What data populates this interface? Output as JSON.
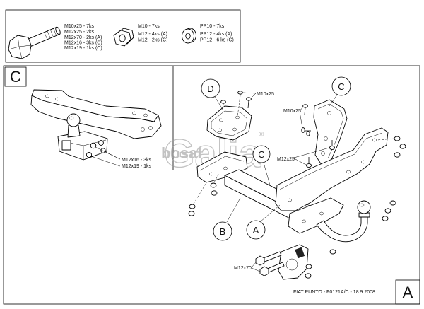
{
  "parts_list": {
    "bolts": [
      "M10x25 - 7ks",
      "M12x25 - 2ks",
      "M12x70 - 2ks (A)",
      "M12x16 - 3ks (C)",
      "M12x19 - 1ks (C)"
    ],
    "nuts": [
      "M10 - 7ks",
      "M12 - 4ks (A)",
      "M12 - 2ks (C)"
    ],
    "washers": [
      "PP10 - 7ks",
      "PP12 - 4ks (A)",
      "PP12 - 6 ks (C)"
    ]
  },
  "detail_c": {
    "label": "C",
    "fasteners": [
      "M12x16 - 3ks",
      "M12x19 - 1ks"
    ]
  },
  "callouts": {
    "d": "D",
    "c_upper": "C",
    "c_middle": "C",
    "b": "B",
    "a": "A"
  },
  "fastener_labels": {
    "m10x25_d": "M10x25",
    "m10x25_c": "M10x25",
    "m12x25": "M12x25",
    "m12x70": "M12x70"
  },
  "title_block": {
    "title": "FIAT PUNTO - F0121A/C - 18.9.2008",
    "sheet": "A"
  },
  "watermark": {
    "logo": "Galia",
    "brand": "bosal",
    "mark": "®"
  },
  "icons": {
    "bolt": "bolt-icon",
    "nut": "nut-icon",
    "washer": "washer-icon"
  },
  "colors": {
    "line": "#000000",
    "watermark": "#9a9a9a",
    "background": "#ffffff"
  }
}
